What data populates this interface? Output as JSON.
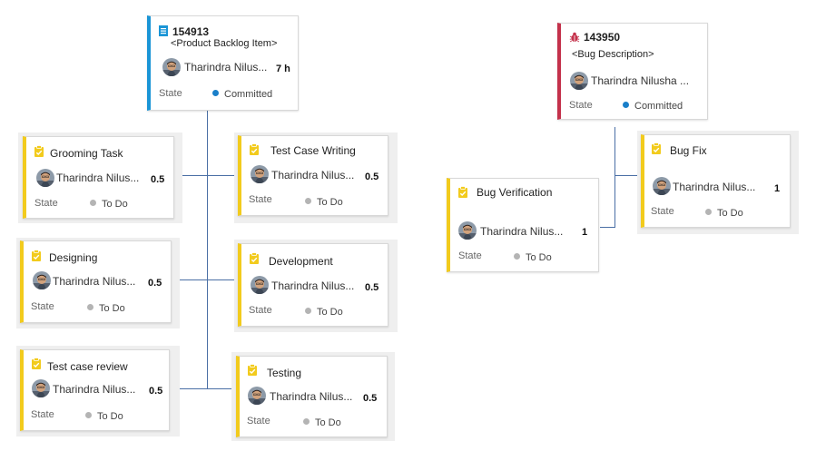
{
  "colors": {
    "task_bar": "#f2cb1d",
    "pbi_bar": "#1a95d6",
    "bug_bar": "#c4314b",
    "committed_dot": "#1a7fc9",
    "todo_dot": "#b4b4b4",
    "connector": "#4a6fa5"
  },
  "pbi": {
    "id": "154913",
    "title": "<Product Backlog Item>",
    "owner": "Tharindra Nilus...",
    "effort": "7 h",
    "state_label": "State",
    "state": "Committed",
    "icon": "backlog-item-icon"
  },
  "bug": {
    "id": "143950",
    "title": "<Bug Description>",
    "owner": "Tharindra Nilusha ...",
    "state_label": "State",
    "state": "Committed",
    "icon": "bug-icon"
  },
  "tasks": [
    {
      "title": "Grooming Task",
      "owner": "Tharindra Nilus...",
      "effort": "0.5",
      "state_label": "State",
      "state": "To Do"
    },
    {
      "title": "Test Case Writing",
      "owner": "Tharindra Nilus...",
      "effort": "0.5",
      "state_label": "State",
      "state": "To Do"
    },
    {
      "title": "Designing",
      "owner": "Tharindra Nilus...",
      "effort": "0.5",
      "state_label": "State",
      "state": "To Do"
    },
    {
      "title": "Development",
      "owner": "Tharindra Nilus...",
      "effort": "0.5",
      "state_label": "State",
      "state": "To Do"
    },
    {
      "title": "Test case review",
      "owner": "Tharindra Nilus...",
      "effort": "0.5",
      "state_label": "State",
      "state": "To Do"
    },
    {
      "title": "Testing",
      "owner": "Tharindra Nilus...",
      "effort": "0.5",
      "state_label": "State",
      "state": "To Do"
    }
  ],
  "bug_tasks": [
    {
      "title": "Bug Verification",
      "owner": "Tharindra Nilus...",
      "effort": "1",
      "state_label": "State",
      "state": "To Do"
    },
    {
      "title": "Bug Fix",
      "owner": "Tharindra Nilus...",
      "effort": "1",
      "state_label": "State",
      "state": "To Do"
    }
  ]
}
